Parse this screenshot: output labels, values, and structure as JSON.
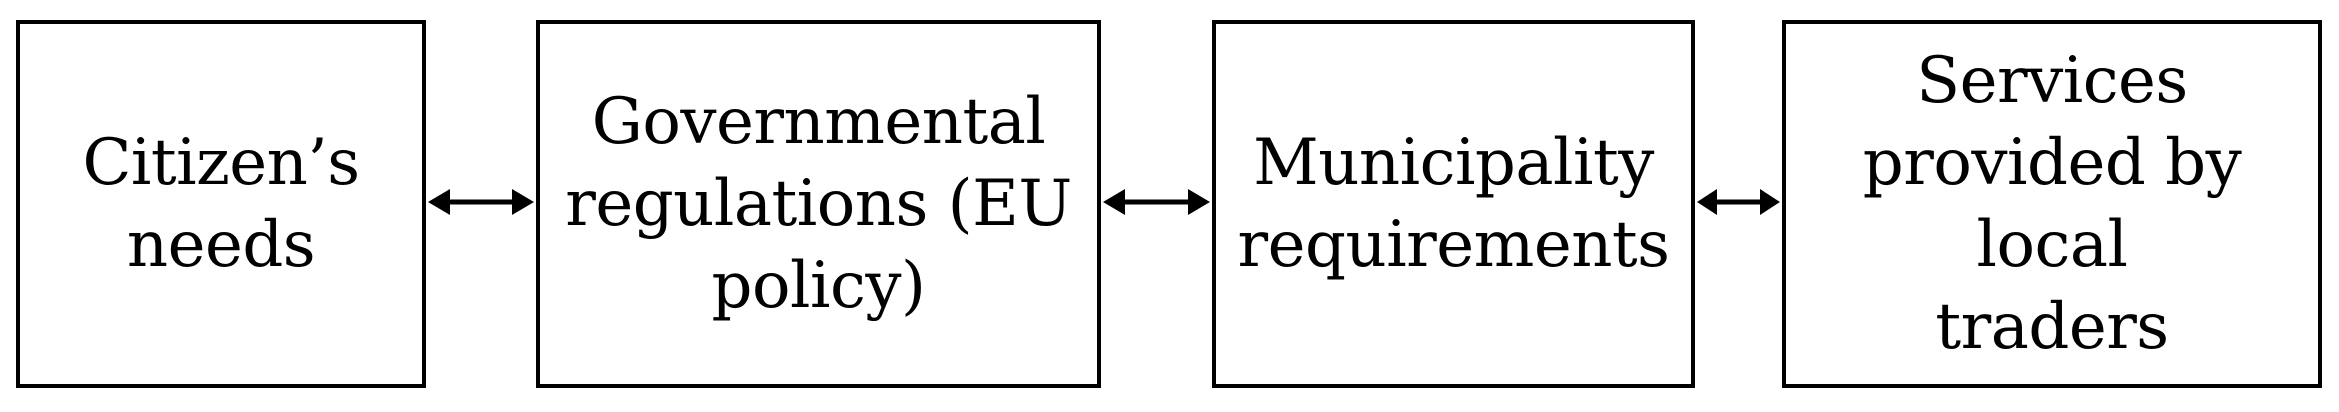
{
  "diagram": {
    "boxes": [
      {
        "label": "Citizen’s\nneeds"
      },
      {
        "label": "Governmental\nregulations (EU\npolicy)"
      },
      {
        "label": "Municipality\nrequirements"
      },
      {
        "label": "Services\nprovided by local\ntraders"
      }
    ],
    "connectors": [
      {
        "from": 0,
        "to": 1,
        "direction": "bidirectional"
      },
      {
        "from": 1,
        "to": 2,
        "direction": "bidirectional"
      },
      {
        "from": 2,
        "to": 3,
        "direction": "bidirectional"
      }
    ],
    "colors": {
      "stroke": "#000000",
      "text": "#000000",
      "background": "#ffffff"
    }
  }
}
